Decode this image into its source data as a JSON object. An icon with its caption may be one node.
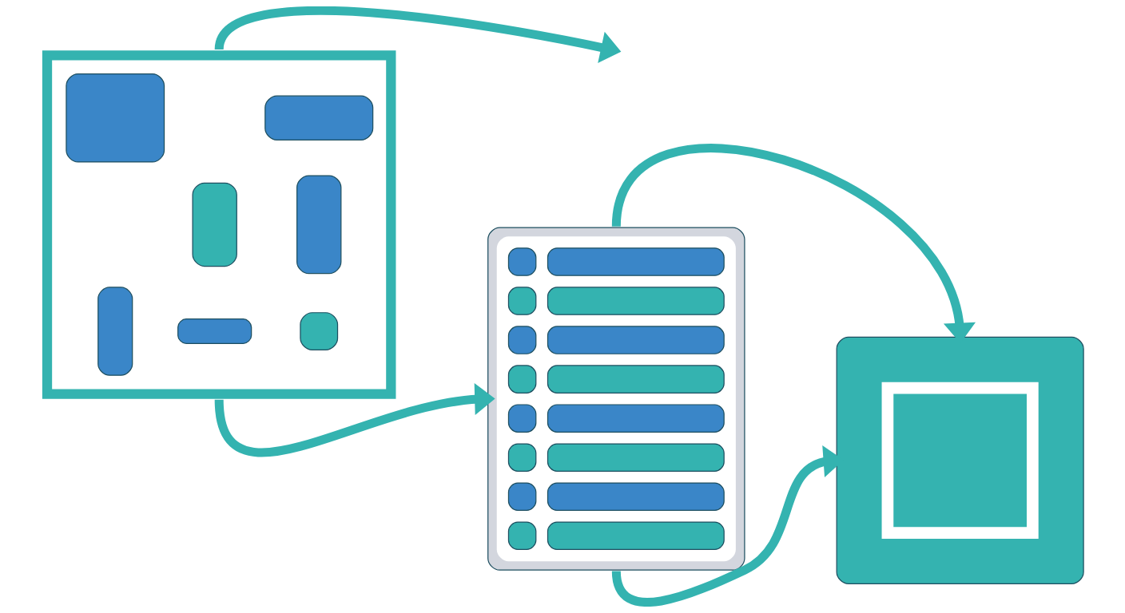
{
  "diagram": {
    "nodes": [
      {
        "text": [],
        "shape": "picture"
      },
      {
        "text": [],
        "shape": "picture"
      },
      {
        "text": [],
        "shape": "picture"
      }
    ],
    "edges": [
      {
        "from": 0,
        "to": null,
        "arrow": "to"
      },
      {
        "from": 0,
        "to": 1,
        "arrow": "to"
      },
      {
        "from": 1,
        "to": 2,
        "arrow": "to"
      },
      {
        "from": 1,
        "to": 2,
        "arrow": "to"
      }
    ]
  }
}
